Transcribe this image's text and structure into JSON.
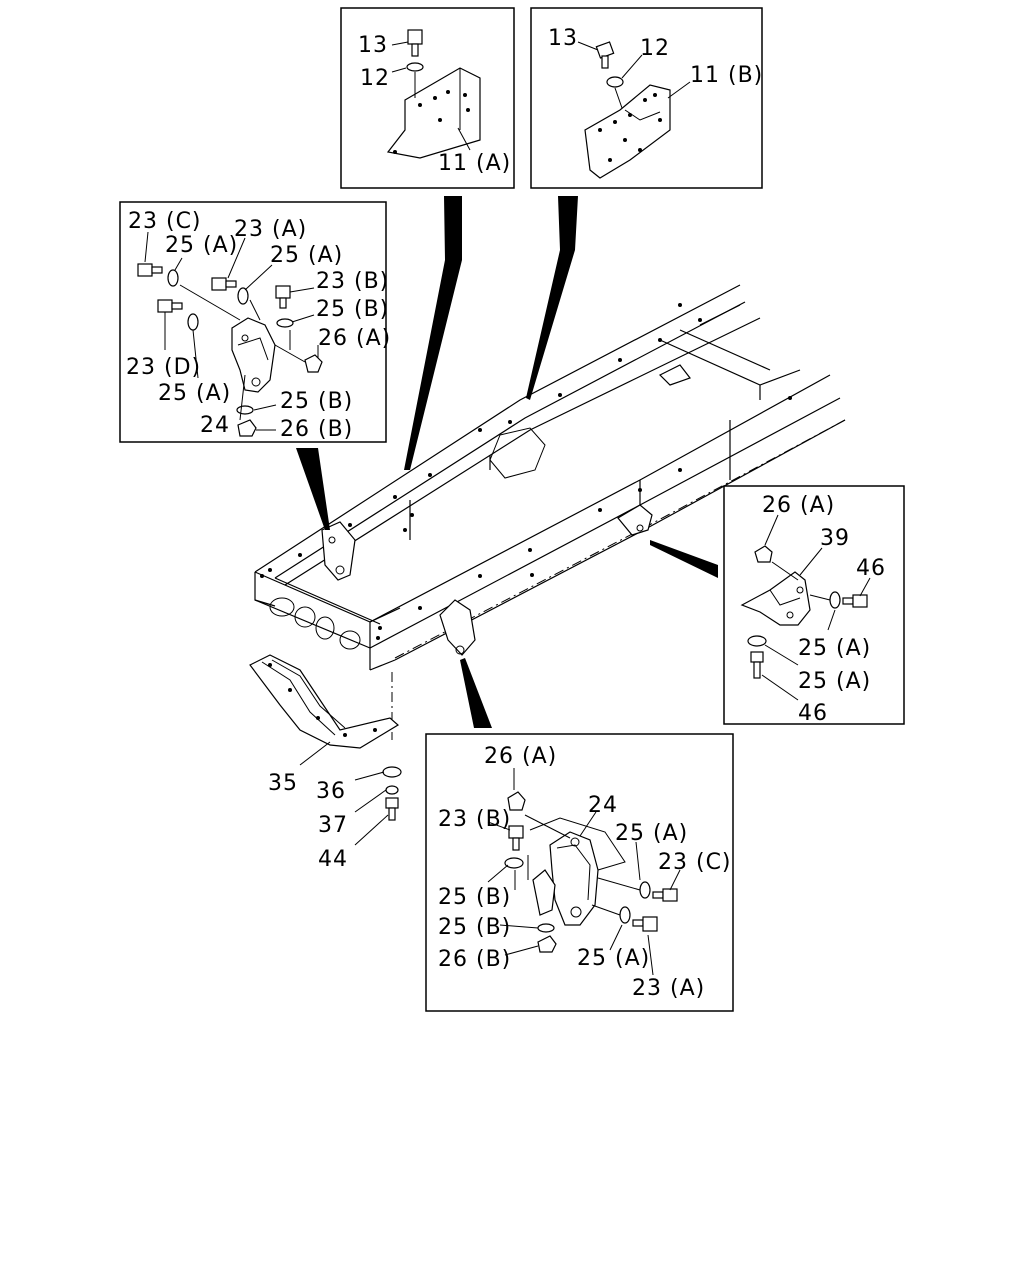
{
  "diagram": {
    "detail_top_left": {
      "labels": [
        "13",
        "12",
        "11 (A)"
      ]
    },
    "detail_top_right": {
      "labels": [
        "13",
        "12",
        "11 (B)"
      ]
    },
    "detail_left": {
      "labels": [
        "23 (C)",
        "25 (A)",
        "23 (A)",
        "25 (A)",
        "23 (B)",
        "25 (B)",
        "26 (A)",
        "23 (D)",
        "25 (A)",
        "25 (B)",
        "24",
        "26 (B)"
      ]
    },
    "detail_right": {
      "labels": [
        "26 (A)",
        "39",
        "46",
        "25 (A)",
        "25 (A)",
        "46"
      ]
    },
    "detail_bottom": {
      "labels": [
        "26 (A)",
        "24",
        "23 (B)",
        "25 (A)",
        "23 (C)",
        "25 (B)",
        "25 (B)",
        "26 (B)",
        "25 (A)",
        "23 (A)"
      ]
    },
    "main": {
      "labels": [
        "35",
        "36",
        "37",
        "44"
      ]
    }
  }
}
